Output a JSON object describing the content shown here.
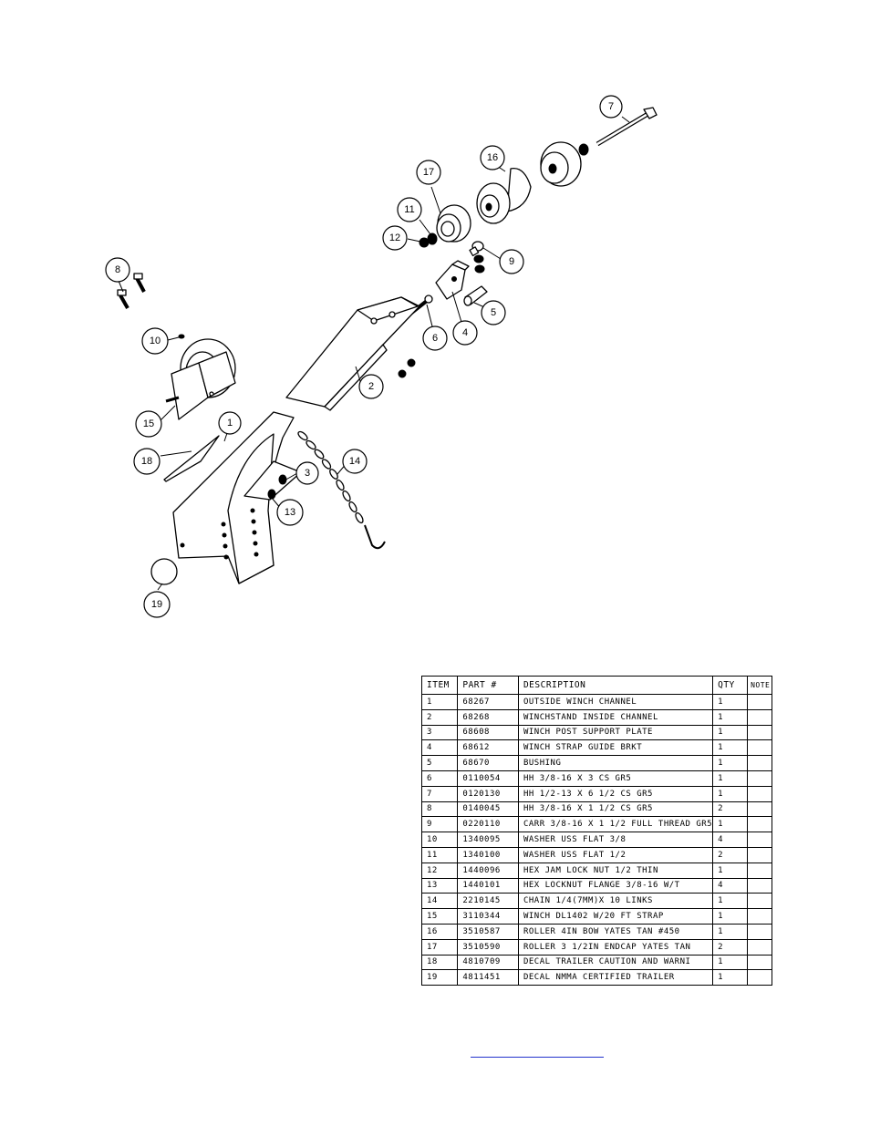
{
  "callouts": [
    {
      "id": "callout-1",
      "label": "1"
    },
    {
      "id": "callout-2",
      "label": "2"
    },
    {
      "id": "callout-3",
      "label": "3"
    },
    {
      "id": "callout-4",
      "label": "4"
    },
    {
      "id": "callout-5",
      "label": "5"
    },
    {
      "id": "callout-6",
      "label": "6"
    },
    {
      "id": "callout-7",
      "label": "7"
    },
    {
      "id": "callout-8",
      "label": "8"
    },
    {
      "id": "callout-9",
      "label": "9"
    },
    {
      "id": "callout-10",
      "label": "10"
    },
    {
      "id": "callout-11",
      "label": "11"
    },
    {
      "id": "callout-12",
      "label": "12"
    },
    {
      "id": "callout-13",
      "label": "13"
    },
    {
      "id": "callout-14",
      "label": "14"
    },
    {
      "id": "callout-15",
      "label": "15"
    },
    {
      "id": "callout-16",
      "label": "16"
    },
    {
      "id": "callout-17",
      "label": "17"
    },
    {
      "id": "callout-18",
      "label": "18"
    },
    {
      "id": "callout-19",
      "label": "19"
    }
  ],
  "bom": {
    "headers": [
      "ITEM",
      "PART #",
      "DESCRIPTION",
      "QTY",
      "NOTE"
    ],
    "rows": [
      [
        "1",
        "68267",
        "OUTSIDE WINCH CHANNEL",
        "1",
        ""
      ],
      [
        "2",
        "68268",
        "WINCHSTAND   INSIDE CHANNEL",
        "1",
        ""
      ],
      [
        "3",
        "68608",
        "WINCH POST SUPPORT PLATE",
        "1",
        ""
      ],
      [
        "4",
        "68612",
        "WINCH STRAP GUIDE BRKT",
        "1",
        ""
      ],
      [
        "5",
        "68670",
        "BUSHING",
        "1",
        ""
      ],
      [
        "6",
        "0110054",
        "HH 3/8-16 X 3 CS GR5",
        "1",
        ""
      ],
      [
        "7",
        "0120130",
        "HH 1/2-13 X 6 1/2 CS GR5",
        "1",
        ""
      ],
      [
        "8",
        "0140045",
        "HH 3/8-16 X 1 1/2 CS GR5",
        "2",
        ""
      ],
      [
        "9",
        "0220110",
        "CARR 3/8-16 X 1 1/2 FULL THREAD GR5",
        "1",
        ""
      ],
      [
        "10",
        "1340095",
        "WASHER USS FLAT 3/8",
        "4",
        ""
      ],
      [
        "11",
        "1340100",
        "WASHER USS FLAT 1/2",
        "2",
        ""
      ],
      [
        "12",
        "1440096",
        "HEX JAM LOCK NUT 1/2 THIN",
        "1",
        ""
      ],
      [
        "13",
        "1440101",
        "HEX LOCKNUT FLANGE 3/8-16 W/T",
        "4",
        ""
      ],
      [
        "14",
        "2210145",
        "CHAIN 1/4(7MM)X 10 LINKS",
        "1",
        ""
      ],
      [
        "15",
        "3110344",
        "WINCH DL1402 W/20 FT STRAP",
        "1",
        ""
      ],
      [
        "16",
        "3510587",
        "ROLLER 4IN BOW YATES TAN #450",
        "1",
        ""
      ],
      [
        "17",
        "3510590",
        "ROLLER 3 1/2IN ENDCAP YATES TAN",
        "2",
        ""
      ],
      [
        "18",
        "4810709",
        "DECAL TRAILER CAUTION AND WARNI",
        "1",
        ""
      ],
      [
        "19",
        "4811451",
        "DECAL NMMA CERTIFIED TRAILER",
        "1",
        ""
      ]
    ]
  },
  "colors": {
    "line": "#000000",
    "background": "#ffffff",
    "link": "#2233cc"
  }
}
